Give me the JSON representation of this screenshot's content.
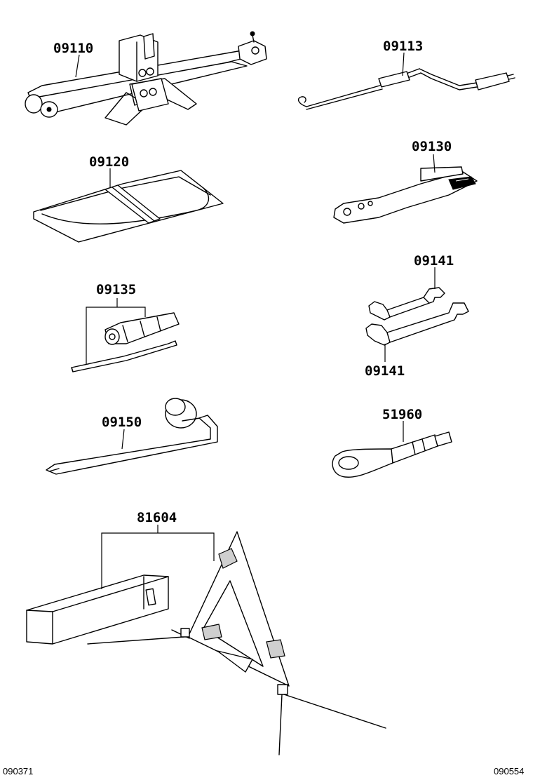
{
  "part_labels": {
    "jack": "09110",
    "jack_handle": "09113",
    "tool_bag": "09120",
    "pliers": "09130",
    "screwdriver": "09135",
    "wrench_upper": "09141",
    "wrench_lower": "09141",
    "wheel_nut_wrench": "09150",
    "towing_eye": "51960",
    "warning_triangle": "81604"
  },
  "footer": {
    "left_code": "090371",
    "right_code": "090554"
  }
}
